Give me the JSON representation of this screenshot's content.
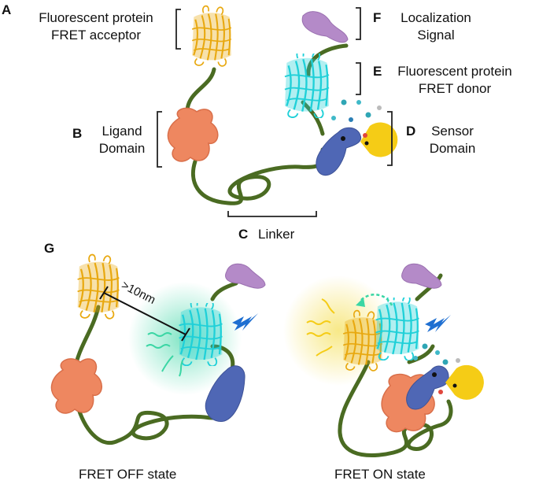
{
  "panels": {
    "A": "A",
    "B": "B",
    "C": "C",
    "D": "D",
    "E": "E",
    "F": "F",
    "G": "G"
  },
  "labels": {
    "acceptor_line1": "Fluorescent protein",
    "acceptor_line2": "FRET acceptor",
    "ligand_line1": "Ligand",
    "ligand_line2": "Domain",
    "linker": "Linker",
    "sensor_line1": "Sensor",
    "sensor_line2": "Domain",
    "donor_line1": "Fluorescent protein",
    "donor_line2": "FRET donor",
    "localization_line1": "Localization",
    "localization_line2": "Signal",
    "distance": ">10nm",
    "fret_off": "FRET OFF state",
    "fret_on": "FRET ON state"
  },
  "colors": {
    "linker": "#4a6b22",
    "acceptor": "#f2bd1d",
    "donor": "#2ee0e6",
    "ligand": "#ee8760",
    "sensor": "#4f67b5",
    "ligand_ball": "#f5cc16",
    "localization": "#b48ac8",
    "lightning": "#1f6fd1",
    "donor_emission": "#3ad6a4",
    "acceptor_emission": "#f5e160"
  }
}
